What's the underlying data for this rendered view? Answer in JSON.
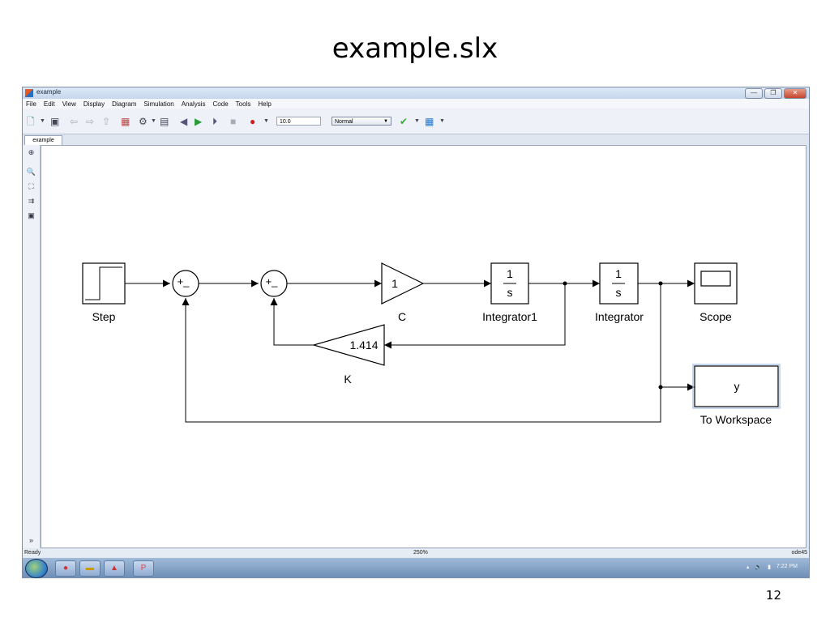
{
  "slide": {
    "title": "example.slx",
    "page_number": "12"
  },
  "window": {
    "title": "example",
    "buttons": {
      "minimize": "—",
      "maximize": "❐",
      "close": "✕"
    }
  },
  "menu": [
    "File",
    "Edit",
    "View",
    "Display",
    "Diagram",
    "Simulation",
    "Analysis",
    "Code",
    "Tools",
    "Help"
  ],
  "toolbar": {
    "stop_time": "10.0",
    "sim_mode": "Normal",
    "icons": [
      "new-model-icon",
      "save-icon",
      "back-icon",
      "forward-icon",
      "up-icon",
      "library-browser-icon",
      "model-config-icon",
      "model-explorer-icon",
      "step-back-icon",
      "run-icon",
      "step-forward-icon",
      "stop-icon",
      "record-icon",
      "model-advisor-icon",
      "build-icon"
    ]
  },
  "tab": {
    "label": "example"
  },
  "palette_icons": [
    "hide-browser-icon",
    "zoom-icon",
    "fit-view-icon",
    "arrow-icon",
    "annotation-icon",
    "expand-icon"
  ],
  "diagram": {
    "blocks": {
      "step": {
        "label": "Step"
      },
      "sum1": {
        "signs": "+_"
      },
      "sum2": {
        "signs": "+_"
      },
      "gain_c": {
        "value": "1",
        "label": "C"
      },
      "integrator1": {
        "num": "1",
        "den": "s",
        "label": "Integrator1"
      },
      "integrator": {
        "num": "1",
        "den": "s",
        "label": "Integrator"
      },
      "scope": {
        "label": "Scope"
      },
      "gain_k": {
        "value": "1.414",
        "label": "K"
      },
      "to_workspace": {
        "value": "y",
        "label": "To Workspace"
      }
    }
  },
  "status": {
    "left": "Ready",
    "zoom": "250%",
    "solver": "ode45"
  },
  "taskbar": {
    "time": "7:22 PM",
    "apps": [
      "firefox-icon",
      "explorer-icon",
      "matlab-icon",
      "powerpoint-icon"
    ]
  }
}
